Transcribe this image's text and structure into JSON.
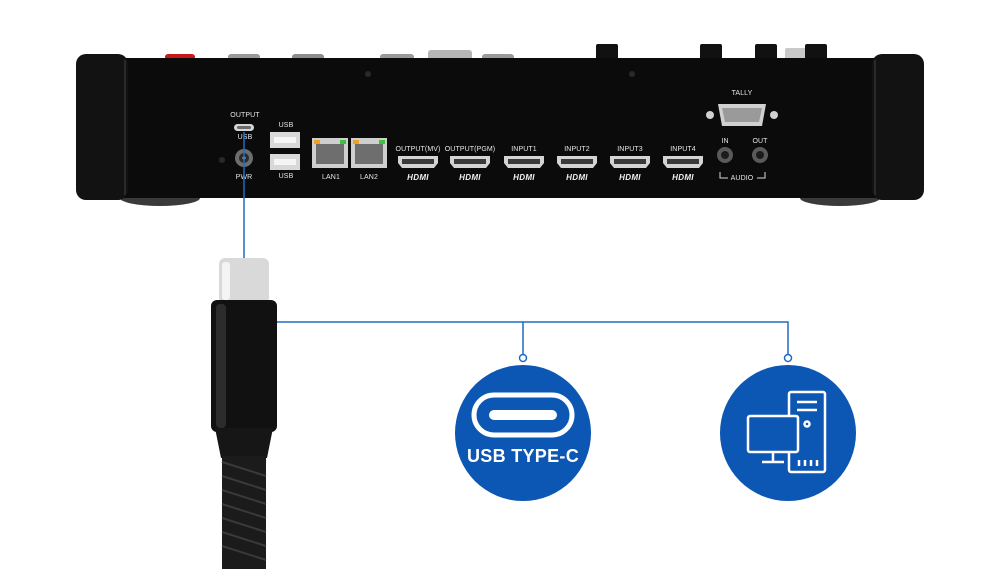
{
  "device": {
    "ports": {
      "output_usb_top": "OUTPUT",
      "output_usb_bottom": "USB",
      "usb_a_top": "USB",
      "usb_a_bottom": "USB",
      "pwr": "PWR",
      "lan1": "LAN1",
      "lan2": "LAN2",
      "tally": "TALLY",
      "audio_in": "IN",
      "audio_out": "OUT",
      "audio_group": "AUDIO"
    },
    "hdmi_ports": [
      {
        "label": "OUTPUT(MV)",
        "logo": "HDMI"
      },
      {
        "label": "OUTPUT(PGM)",
        "logo": "HDMI"
      },
      {
        "label": "INPUT1",
        "logo": "HDMI"
      },
      {
        "label": "INPUT2",
        "logo": "HDMI"
      },
      {
        "label": "INPUT3",
        "logo": "HDMI"
      },
      {
        "label": "INPUT4",
        "logo": "HDMI"
      }
    ]
  },
  "callouts": {
    "usb_type_c": {
      "label": "USB TYPE-C",
      "icon": "usb-c-port-icon"
    },
    "computer": {
      "icon": "computer-icon"
    }
  },
  "colors": {
    "accent_blue": "#0c56b4",
    "device_body": "#0a0a0a",
    "connector_line": "#1f6bc2"
  }
}
